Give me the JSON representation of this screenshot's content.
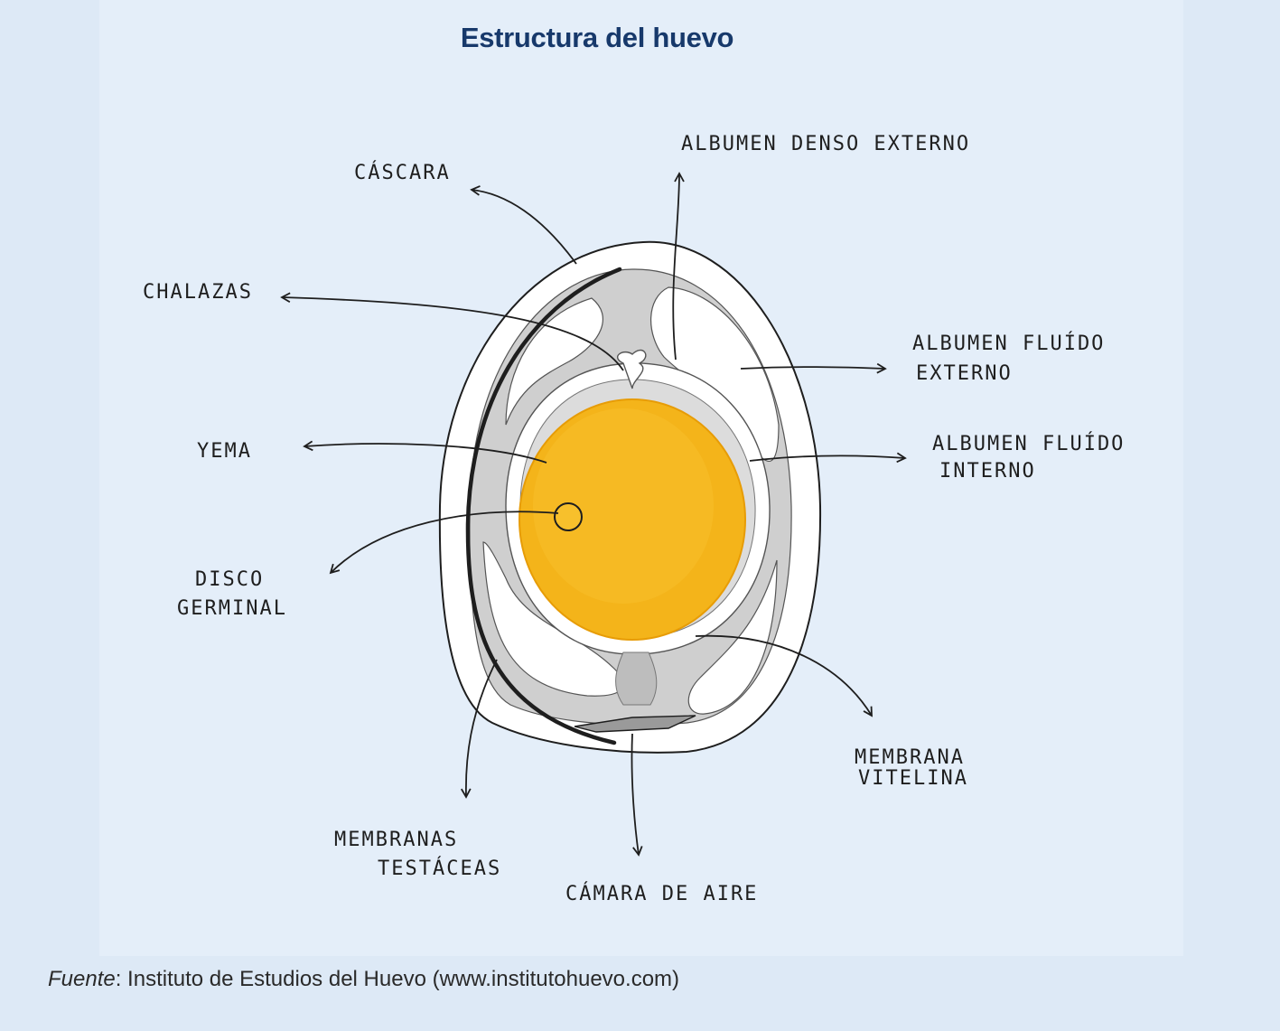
{
  "title": "Estructura del huevo",
  "labels": {
    "cascara": "CÁSCARA",
    "albumen_denso_externo": "ALBUMEN DENSO EXTERNO",
    "chalazas": "CHALAZAS",
    "albumen_fluido_externo_1": "ALBUMEN FLUÍDO",
    "albumen_fluido_externo_2": "EXTERNO",
    "yema": "YEMA",
    "albumen_fluido_interno_1": "ALBUMEN FLUÍDO",
    "albumen_fluido_interno_2": "INTERNO",
    "disco_germinal_1": "DISCO",
    "disco_germinal_2": "GERMINAL",
    "membrana_vitelina_1": "MEMBRANA",
    "membrana_vitelina_2": "VITELINA",
    "membranas_testaceas_1": "MEMBRANAS",
    "membranas_testaceas_2": "TESTÁCEAS",
    "camara_de_aire": "CÁMARA DE AIRE"
  },
  "source": {
    "prefix": "Fuente",
    "text": ": Instituto de Estudios del Huevo (www.institutohuevo.com)"
  },
  "colors": {
    "background": "#dde9f6",
    "title": "#17396b",
    "yolk": "#f4b41a",
    "albumen_gray": "#cfcfcf",
    "ink": "#1e1e1e"
  }
}
